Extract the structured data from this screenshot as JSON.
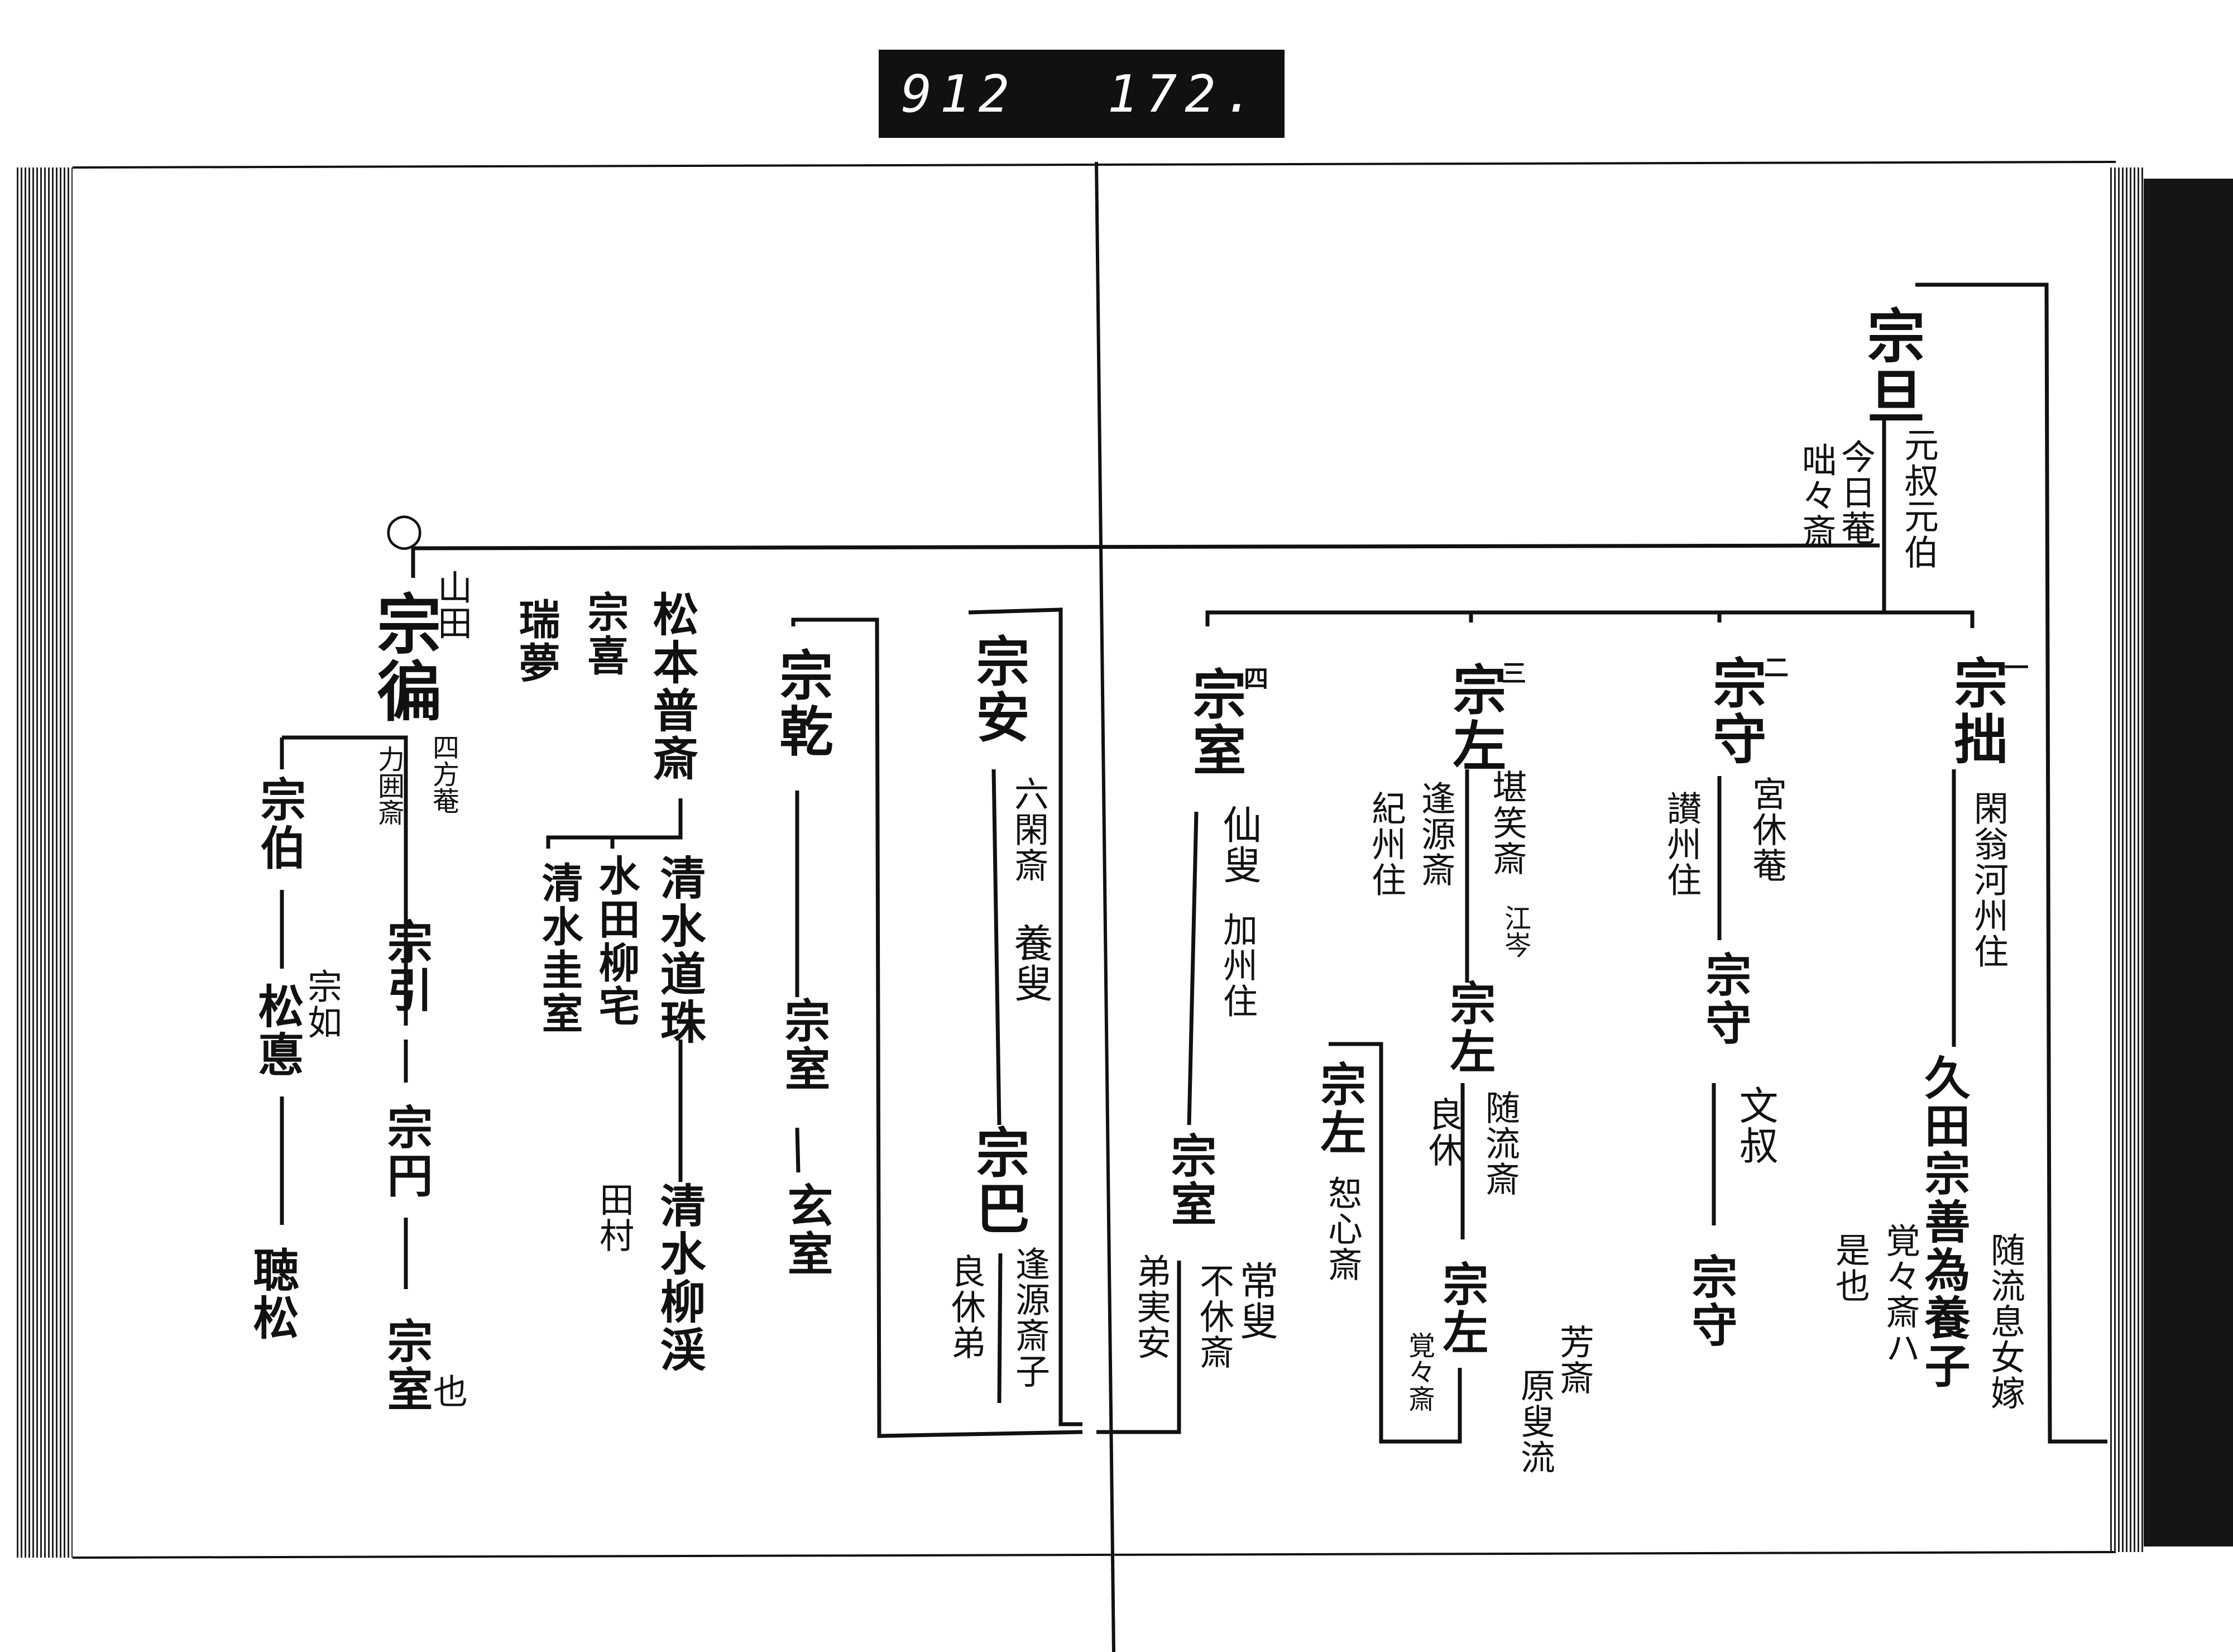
{
  "catalog_tag": {
    "left_number": "912",
    "right_number": "172."
  },
  "mark": "○",
  "right_page": {
    "root": {
      "name": "宗旦",
      "notes": [
        "元叔元伯",
        "今日菴",
        "咄々斎"
      ]
    },
    "branches": [
      {
        "order": "一",
        "name": "宗拙",
        "notes": [
          "閑翁河州住"
        ],
        "successor": "久田宗善為養子",
        "successor_notes": [
          "随流息女嫁",
          "覚々斎ハ",
          "是也"
        ]
      },
      {
        "order": "二",
        "name": "宗守",
        "notes": [
          "宮休菴",
          "讃州住"
        ],
        "line": [
          {
            "name": "宗守",
            "note": "文叔"
          },
          {
            "name": "宗守"
          }
        ]
      },
      {
        "order": "三",
        "name": "宗左",
        "notes": [
          "堪笑斎",
          "江岑",
          "逢源斎",
          "紀州住"
        ],
        "line": [
          {
            "name": "宗左",
            "notes": [
              "随流斎",
              "良休"
            ]
          },
          {
            "name": "宗左",
            "notes": [
              "覚々斎",
              "芳斎",
              "原叟流"
            ]
          }
        ],
        "side": {
          "name": "宗左",
          "note": "恕心斎"
        }
      },
      {
        "order": "四",
        "name": "宗室",
        "notes": [
          "仙叟",
          "加州住"
        ],
        "line": [
          {
            "name": "宗室",
            "notes": [
              "常叟",
              "不休斎",
              "弟実安"
            ]
          }
        ]
      }
    ]
  },
  "left_page": {
    "soan": {
      "name": "宗安",
      "notes": [
        "六閑斎",
        "養叟"
      ],
      "child": "宗巴",
      "child_notes": [
        "逢源斎子",
        "良休弟"
      ]
    },
    "soken": {
      "name": "宗乾",
      "line": [
        "宗室",
        "玄室"
      ]
    },
    "matsumoto": {
      "name": "松本普斎",
      "children": [
        "清水道珠",
        "水田柳宅",
        "清水圭室"
      ],
      "grandchild": "清水柳渓",
      "grandchild_note": "田村"
    },
    "soki": "宗喜",
    "zuimu": "瑞夢",
    "sohen": {
      "name": "宗徧",
      "surname": "山田",
      "notes": [
        "四方菴",
        "力囲斎"
      ],
      "line": [
        "宗引",
        "宗円",
        "宗室"
      ],
      "line_end_note": "也"
    },
    "sohaku": {
      "name": "宗伯",
      "child": "松悳",
      "child_note": "宗如",
      "grandchild": "聴松"
    }
  }
}
